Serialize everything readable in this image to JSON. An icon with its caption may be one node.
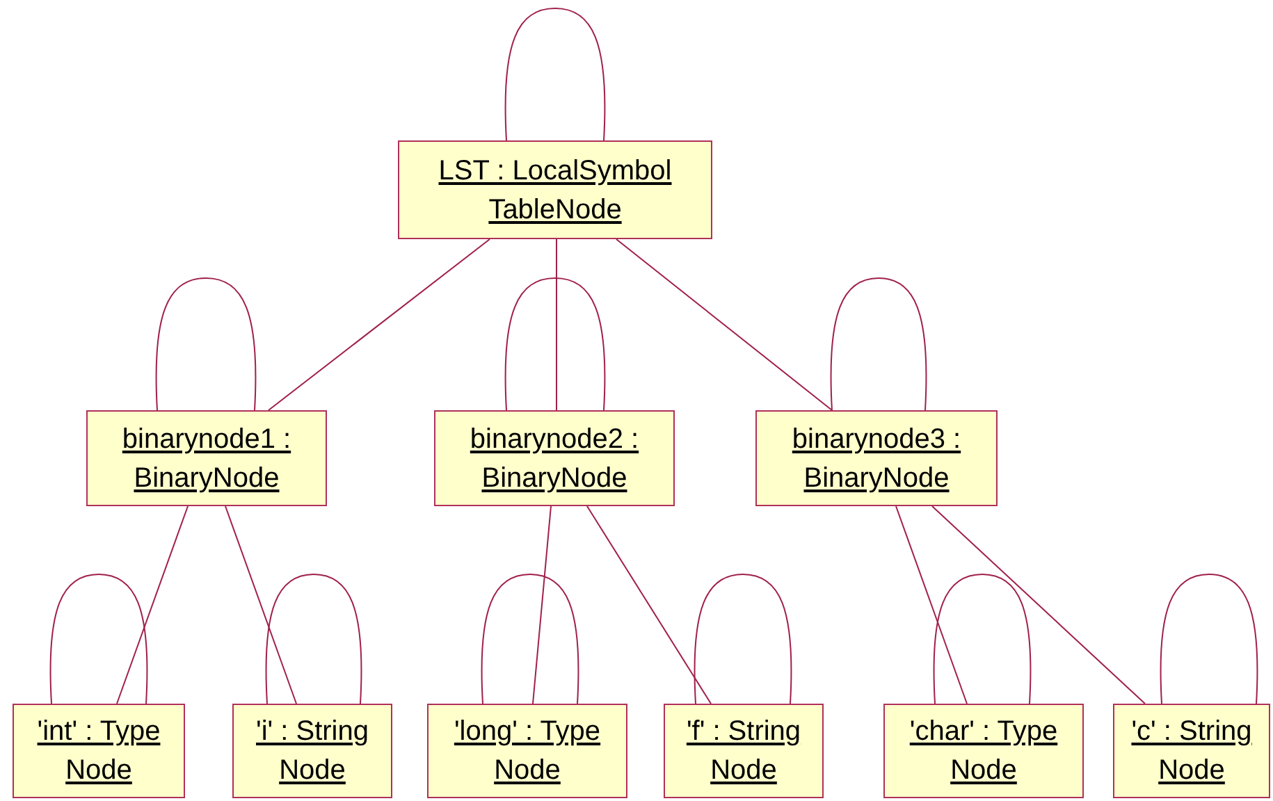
{
  "diagram": {
    "nodes": [
      {
        "text": [
          "LST : LocalSymbol TableNode"
        ]
      },
      {
        "text": [
          "binarynode1 : BinaryNode"
        ]
      },
      {
        "text": [
          "binarynode2 : BinaryNode"
        ]
      },
      {
        "text": [
          "binarynode3 : BinaryNode"
        ]
      },
      {
        "text": [
          "'int' : Type Node"
        ]
      },
      {
        "text": [
          "'i' : String Node"
        ]
      },
      {
        "text": [
          "'long' : Type Node"
        ]
      },
      {
        "text": [
          "'f' : String Node"
        ]
      },
      {
        "text": [
          "'char' : Type Node"
        ]
      },
      {
        "text": [
          "'c' : String Node"
        ]
      }
    ],
    "edges": [
      {
        "from": 0,
        "to": 0,
        "arrow": "none"
      },
      {
        "from": 0,
        "to": 1,
        "arrow": "none"
      },
      {
        "from": 0,
        "to": 2,
        "arrow": "none"
      },
      {
        "from": 0,
        "to": 3,
        "arrow": "none"
      },
      {
        "from": 1,
        "to": 1,
        "arrow": "none"
      },
      {
        "from": 2,
        "to": 2,
        "arrow": "none"
      },
      {
        "from": 3,
        "to": 3,
        "arrow": "none"
      },
      {
        "from": 1,
        "to": 4,
        "arrow": "none"
      },
      {
        "from": 1,
        "to": 5,
        "arrow": "none"
      },
      {
        "from": 2,
        "to": 6,
        "arrow": "none"
      },
      {
        "from": 2,
        "to": 7,
        "arrow": "none"
      },
      {
        "from": 3,
        "to": 8,
        "arrow": "none"
      },
      {
        "from": 3,
        "to": 9,
        "arrow": "none"
      },
      {
        "from": 4,
        "to": 4,
        "arrow": "none"
      },
      {
        "from": 5,
        "to": 5,
        "arrow": "none"
      },
      {
        "from": 6,
        "to": 6,
        "arrow": "none"
      },
      {
        "from": 7,
        "to": 7,
        "arrow": "none"
      },
      {
        "from": 8,
        "to": 8,
        "arrow": "none"
      },
      {
        "from": 9,
        "to": 9,
        "arrow": "none"
      }
    ]
  }
}
